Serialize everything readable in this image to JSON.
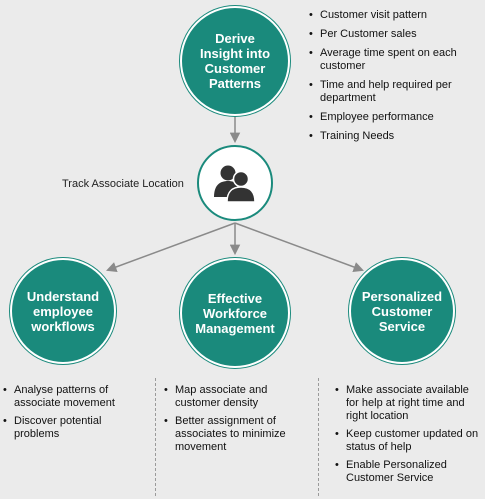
{
  "top": {
    "label": "Derive\nInsight into\nCustomer\nPatterns",
    "bullets": [
      "Customer visit pattern",
      "Per Customer sales",
      "Average time spent on each customer",
      "Time and help required per department",
      "Employee performance",
      "Training Needs"
    ]
  },
  "hub": {
    "label": "Track Associate Location",
    "icon": "users-icon"
  },
  "left": {
    "label": "Understand\nemployee\nworkflows",
    "bullets": [
      "Analyse patterns of associate movement",
      "Discover potential problems"
    ]
  },
  "middle": {
    "label": "Effective\nWorkforce\nManagement",
    "bullets": [
      "Map associate and customer density",
      "Better assignment of associates to minimize movement"
    ]
  },
  "right": {
    "label": "Personalized\nCustomer\nService",
    "bullets": [
      "Make associate available for help at right time and right location",
      "Keep customer updated on status of help",
      "Enable Personalized Customer Service"
    ]
  },
  "colors": {
    "accent": "#1a8a7c",
    "background": "#ebebeb",
    "arrow": "#8a8a8a"
  }
}
